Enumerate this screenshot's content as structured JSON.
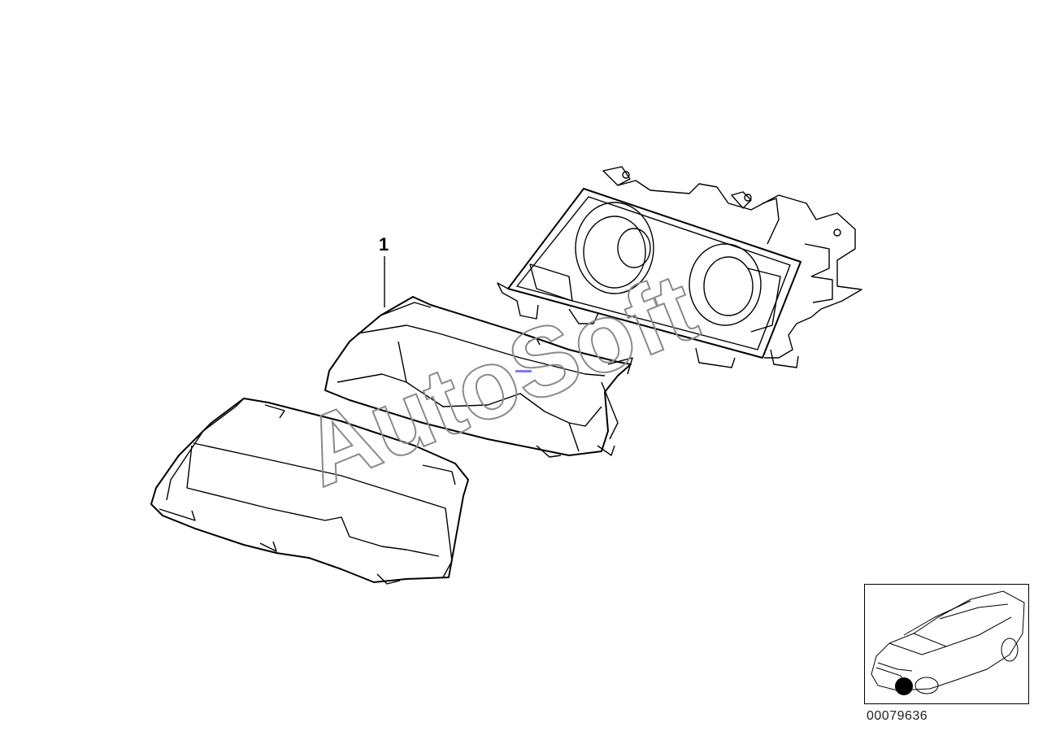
{
  "callout": {
    "label": "1"
  },
  "watermark": {
    "text": "AutoSoft",
    "color": "#9a9a9a"
  },
  "diagram_number": "00079636",
  "inset": {
    "marker_color": "#000000"
  },
  "line_color": "#000000",
  "accent_mark_color": "#7b7bff"
}
